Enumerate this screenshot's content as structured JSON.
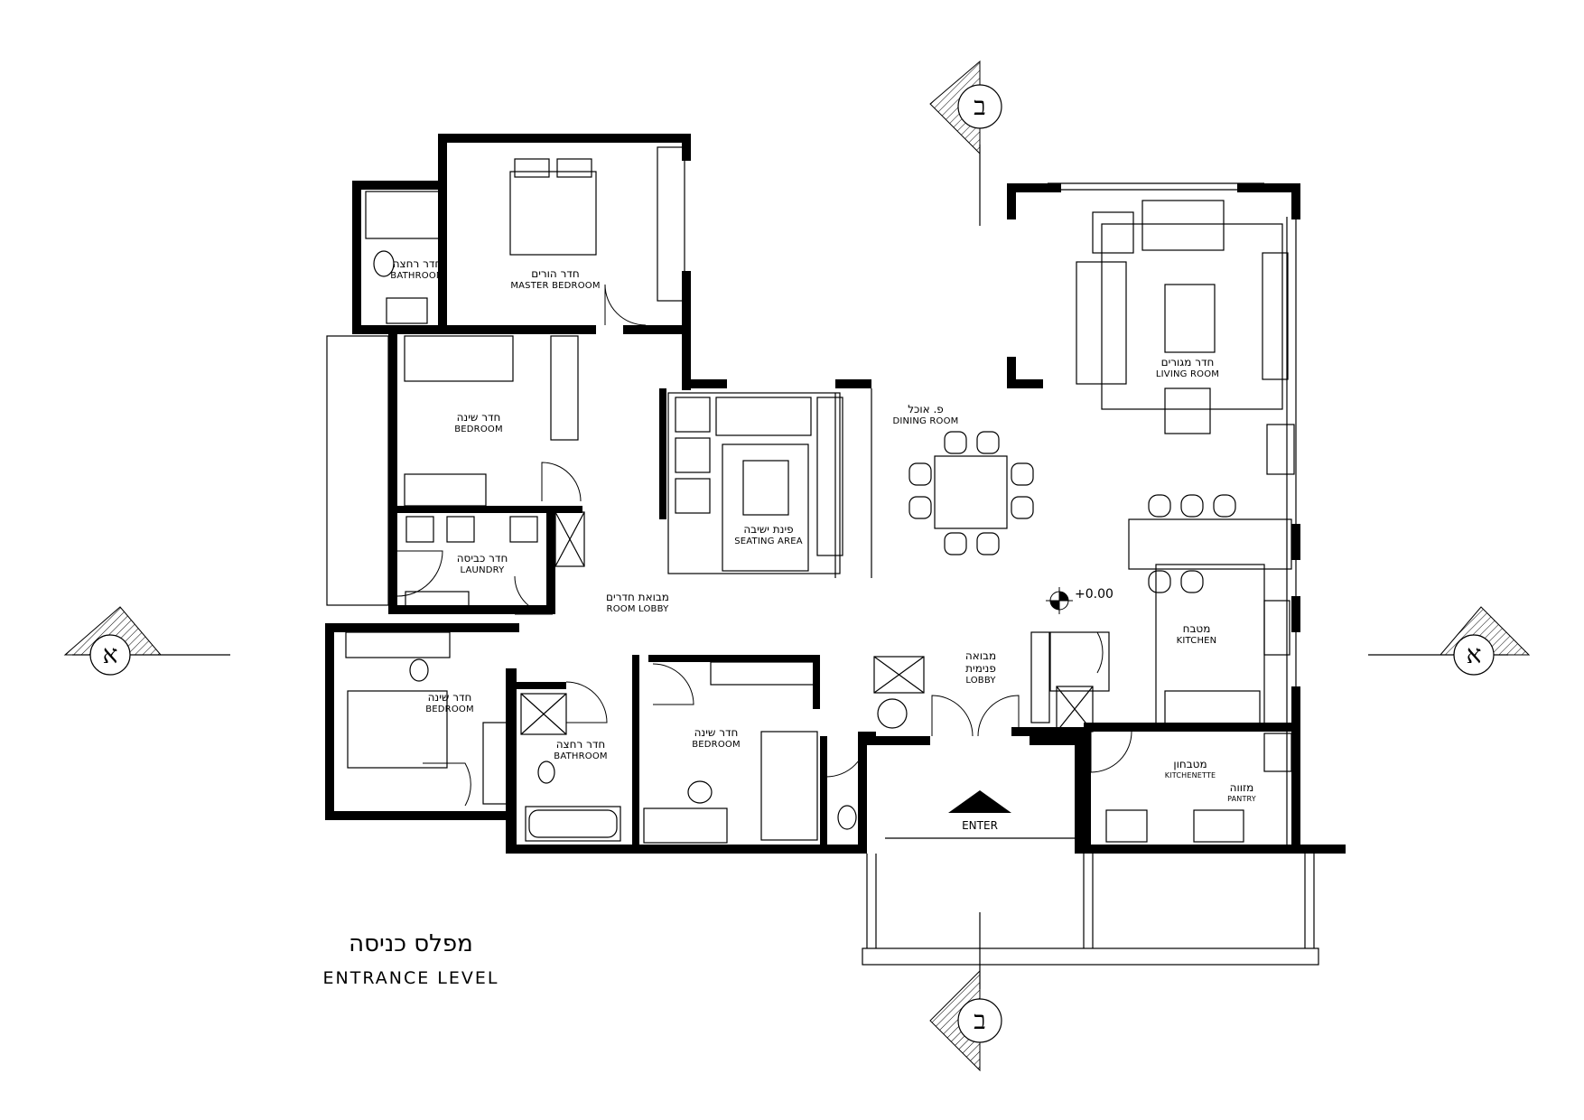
{
  "rooms": {
    "master_bathroom": {
      "he": "חדר רחצה",
      "en": "BATHROOM"
    },
    "master_bedroom": {
      "he": "חדר הורים",
      "en": "MASTER BEDROOM"
    },
    "bedroom_1": {
      "he": "חדר שינה",
      "en": "BEDROOM"
    },
    "laundry": {
      "he": "חדר כביסה",
      "en": "LAUNDRY"
    },
    "bedroom_2": {
      "he": "חדר שינה",
      "en": "BEDROOM"
    },
    "bathroom_2": {
      "he": "חדר רחצה",
      "en": "BATHROOM"
    },
    "bedroom_3": {
      "he": "חדר שינה",
      "en": "BEDROOM"
    },
    "room_lobby": {
      "he": "מבואת חדרים",
      "en": "ROOM LOBBY"
    },
    "seating_area": {
      "he": "פינת ישיבה",
      "en": "SEATING AREA"
    },
    "dining_room": {
      "he": "פ. אוכל",
      "en": "DINING ROOM"
    },
    "living_room": {
      "he": "חדר מגורים",
      "en": "LIVING ROOM"
    },
    "kitchen": {
      "he": "מטבח",
      "en": "KITCHEN"
    },
    "lobby": {
      "he1": "מבואה",
      "he2": "פנימית",
      "en": "LOBBY"
    },
    "kitchenette": {
      "he": "מטבחון",
      "en": "KITCHENETTE"
    },
    "pantry": {
      "he": "מזווה",
      "en": "PANTRY"
    }
  },
  "entry": {
    "label": "ENTER"
  },
  "elevation": "+0.00",
  "sections": {
    "a_left": "א",
    "a_right": "א",
    "b_top": "ב",
    "b_bottom": "ב"
  },
  "title": {
    "he": "מפלס כניסה",
    "en": "ENTRANCE LEVEL"
  }
}
